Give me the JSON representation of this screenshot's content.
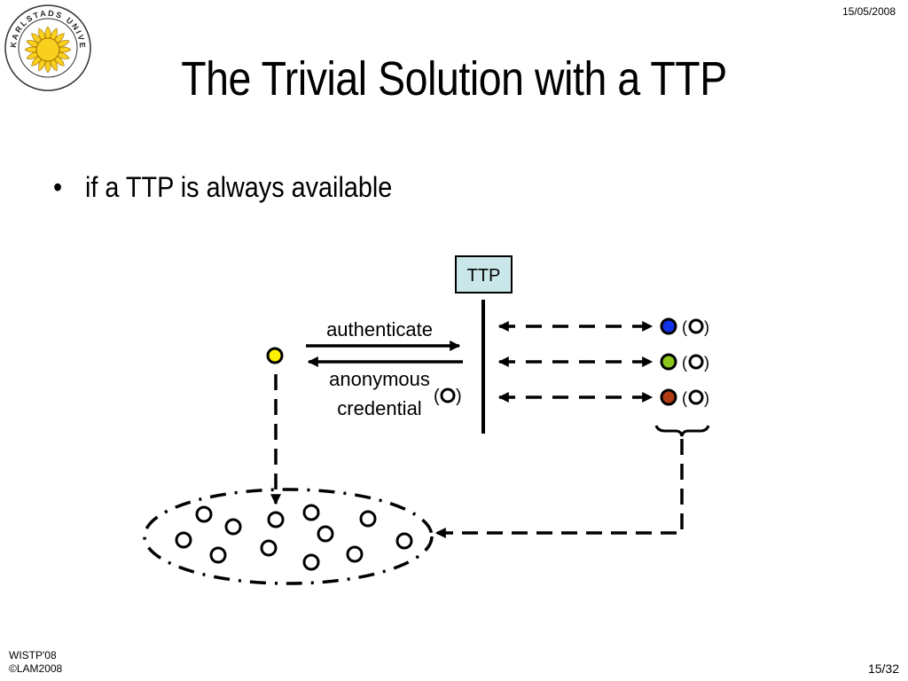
{
  "header": {
    "date": "15/05/2008"
  },
  "slide": {
    "title": "The Trivial Solution with a TTP",
    "bullets": [
      "if a TTP is always available"
    ]
  },
  "logo": {
    "text": "KARLSTADS UNIVERSITET",
    "sun_color": "#F9D01E"
  },
  "diagram": {
    "ttp_label": "TTP",
    "authenticate_label": "authenticate",
    "credential_label_line1": "anonymous",
    "credential_label_line2": "credential",
    "paren_open": "(",
    "paren_close": ")",
    "user_color": "#FFF200",
    "ttp_box_color": "#C9E6E8",
    "right_users": [
      {
        "color": "#1433E6"
      },
      {
        "color": "#8CC71B"
      },
      {
        "color": "#B03A12"
      }
    ]
  },
  "footer": {
    "conference": "WISTP'08",
    "copyright": "©LAM2008",
    "page": "15/32"
  }
}
